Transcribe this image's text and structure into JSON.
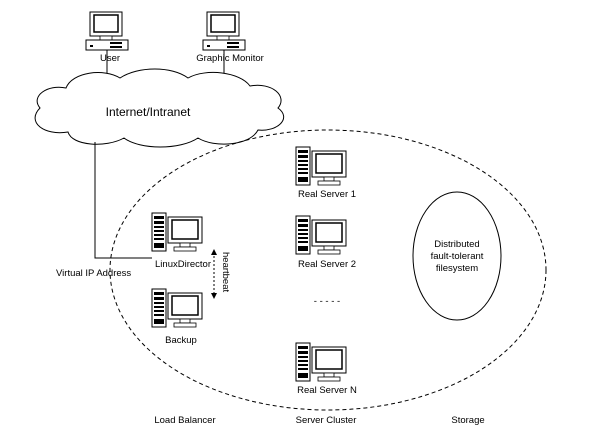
{
  "diagram": {
    "nodes": {
      "user": "User",
      "graphic_monitor": "Graphic Monitor",
      "cloud": "Internet/Intranet",
      "virtual_ip": "Virtual IP Address",
      "linux_director": "LinuxDirector",
      "backup": "Backup",
      "heartbeat": "heartbeat",
      "real_server_1": "Real Server 1",
      "real_server_2": "Real Server 2",
      "real_server_n": "Real Server N",
      "ellipsis": "- - - - -",
      "storage_line1": "Distributed",
      "storage_line2": "fault-tolerant",
      "storage_line3": "filesystem"
    },
    "sections": {
      "load_balancer": "Load Balancer",
      "server_cluster": "Server Cluster",
      "storage": "Storage"
    }
  }
}
